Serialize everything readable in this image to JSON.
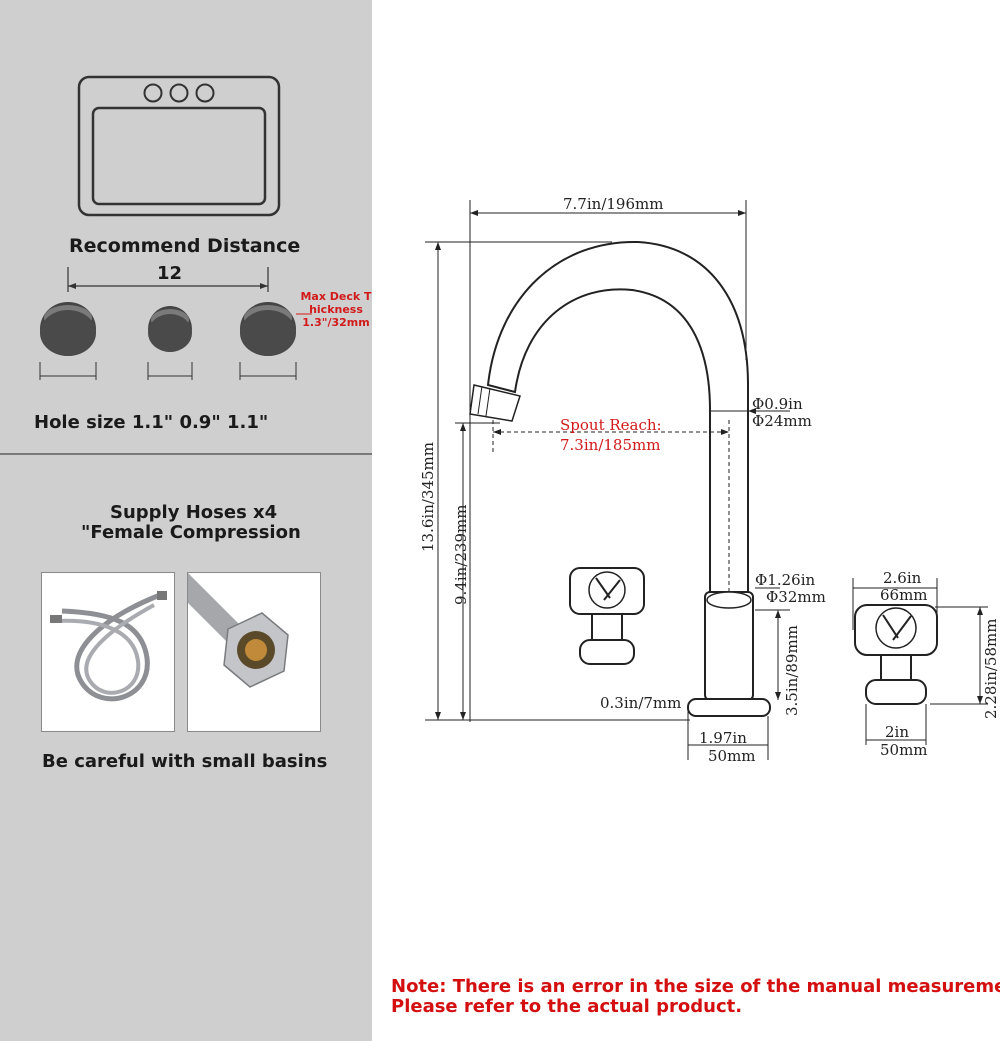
{
  "left": {
    "recommend_title": "Recommend Distance",
    "spacing_value": "12",
    "deck_label_line1": "Max Deck T",
    "deck_label_line2": "hickness",
    "deck_label_line3": "1.3\"/32mm",
    "hole_size_text": "Hole size 1.1\" 0.9\" 1.1\"",
    "hoses_line1": "Supply Hoses x4",
    "hoses_line2": "\"Female Compression",
    "caution_text": "Be careful with small basins"
  },
  "diagram": {
    "top_width": "7.7in/196mm",
    "total_height": "13.6in/345mm",
    "spout_height": "9.4in/239mm",
    "spout_reach_label": "Spout Reach:",
    "spout_reach_value": "7.3in/185mm",
    "spout_dia_in": "Φ0.9in",
    "spout_dia_mm": "Φ24mm",
    "body_dia_in": "Φ1.26in",
    "body_dia_mm": "Φ32mm",
    "body_height": "3.5in/89mm",
    "base_thickness": "0.3in/7mm",
    "base_width_in": "1.97in",
    "base_width_mm": "50mm",
    "handle_width_in": "2.6in",
    "handle_width_mm": "66mm",
    "handle_height": "2.28in/58mm",
    "handle_base_in": "2in",
    "handle_base_mm": "50mm"
  },
  "note": {
    "line1": "Note: There is an error in the size of the manual measurement.",
    "line2": "Please refer to the actual product."
  },
  "colors": {
    "left_bg": "#cfcfcf",
    "note_red": "#d40f0f",
    "line": "#222222"
  }
}
